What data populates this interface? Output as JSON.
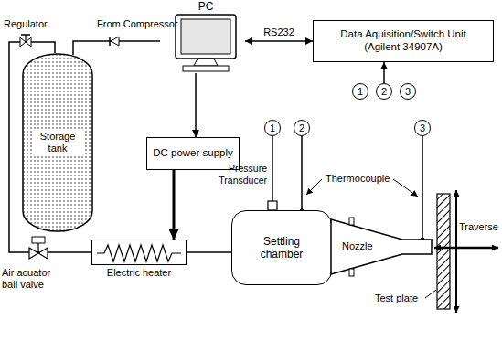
{
  "diagram": {
    "nodes": [
      {
        "text": [
          "PC"
        ]
      },
      {
        "text": [
          "Data Aquisition/Switch Unit (Agilent 34907A)"
        ]
      },
      {
        "text": [
          "1"
        ]
      },
      {
        "text": [
          "2"
        ]
      },
      {
        "text": [
          "3"
        ]
      },
      {
        "text": [
          "Storage tank"
        ]
      },
      {
        "text": [
          "DC power supply"
        ]
      },
      {
        "text": [
          "Electric heater"
        ]
      },
      {
        "text": [
          "Settling chamber"
        ]
      },
      {
        "text": [
          "1"
        ]
      },
      {
        "text": [
          "2"
        ]
      },
      {
        "text": [
          "3"
        ]
      },
      {
        "text": [
          "Nozzle"
        ]
      }
    ],
    "edges": [
      {
        "from": 0,
        "to": 1,
        "arrow": "both",
        "label": "RS232"
      },
      {
        "from": 3,
        "to": 1,
        "arrow": "to"
      },
      {
        "from": 0,
        "to": 6,
        "arrow": "to"
      },
      {
        "from": 6,
        "to": 7,
        "arrow": "to"
      },
      {
        "from": 5,
        "to": 7,
        "arrow": "none"
      },
      {
        "from": 7,
        "to": 8,
        "arrow": "none"
      },
      {
        "from": 9,
        "to": 8,
        "arrow": "none"
      },
      {
        "from": 10,
        "to": 8,
        "arrow": "none"
      },
      {
        "from": 11,
        "to": 12,
        "arrow": "none"
      }
    ],
    "labels": [
      "From Compressor",
      "Regulator",
      "Air acuator ball valve",
      "Pressure Transducer",
      "Thermocouple",
      "Traverse",
      "Test plate"
    ]
  }
}
